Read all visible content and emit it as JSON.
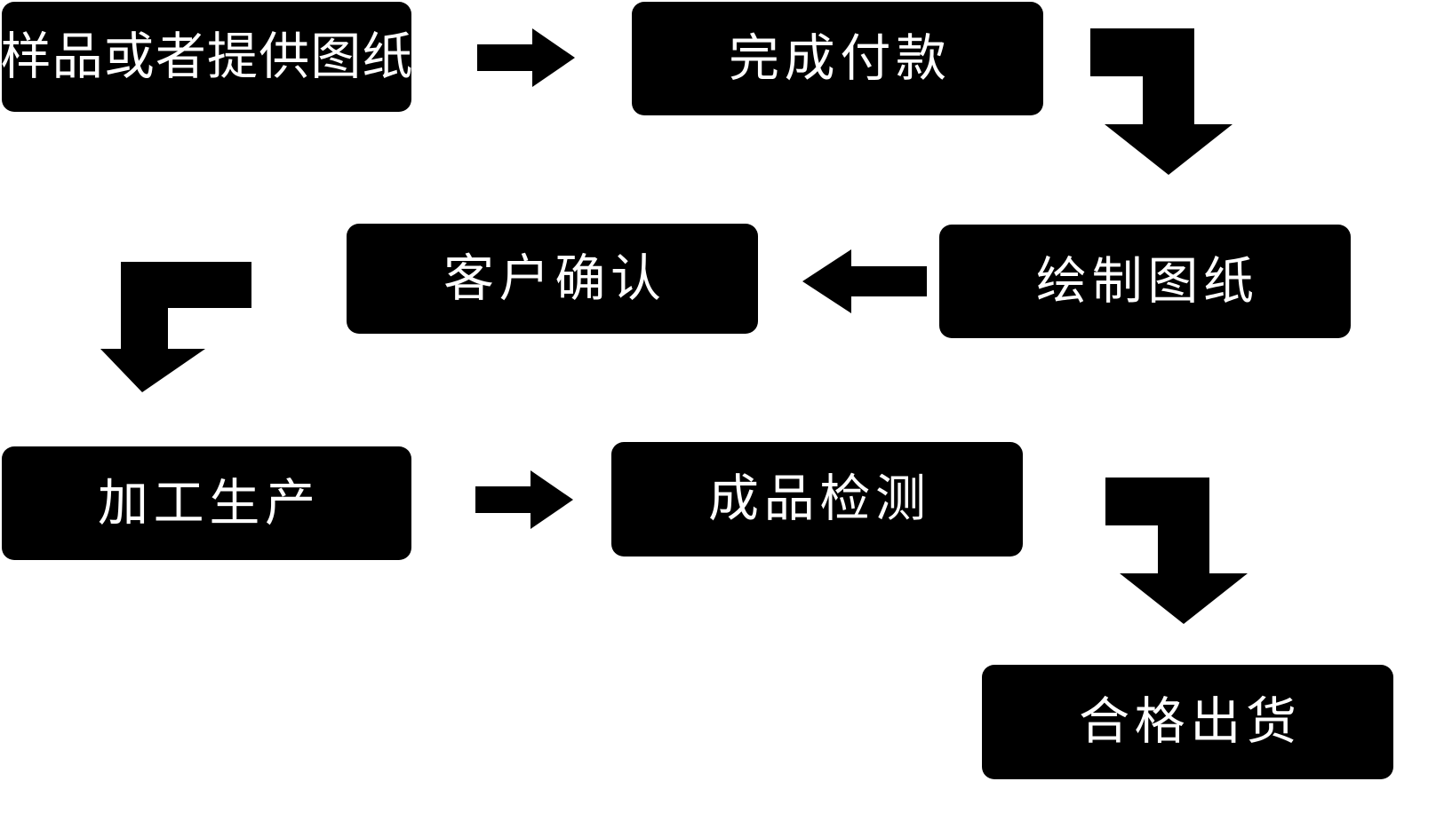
{
  "diagram": {
    "title": "",
    "background_color": "#ffffff",
    "node_fill_color": "#000000",
    "node_text_color": "#ffffff",
    "arrow_color": "#000000",
    "nodes": [
      {
        "id": "sample",
        "label": "样品或者提供图纸",
        "row": 1,
        "col": 1
      },
      {
        "id": "payment",
        "label": "完成付款",
        "row": 1,
        "col": 2
      },
      {
        "id": "drawing",
        "label": "绘制图纸",
        "row": 2,
        "col": 3
      },
      {
        "id": "confirm",
        "label": "客户确认",
        "row": 2,
        "col": 2
      },
      {
        "id": "production",
        "label": "加工生产",
        "row": 3,
        "col": 1
      },
      {
        "id": "inspection",
        "label": "成品检测",
        "row": 3,
        "col": 2
      },
      {
        "id": "shipment",
        "label": "合格出货",
        "row": 4,
        "col": 3
      }
    ],
    "connectors": [
      {
        "id": "sample-to-payment",
        "from": "sample",
        "to": "payment",
        "shape": "straight",
        "direction": "right"
      },
      {
        "id": "payment-to-drawing",
        "from": "payment",
        "to": "drawing",
        "shape": "elbow",
        "direction": "right-then-down"
      },
      {
        "id": "drawing-to-confirm",
        "from": "drawing",
        "to": "confirm",
        "shape": "straight",
        "direction": "left"
      },
      {
        "id": "confirm-to-production",
        "from": "confirm",
        "to": "production",
        "shape": "elbow",
        "direction": "left-then-down"
      },
      {
        "id": "production-to-inspection",
        "from": "production",
        "to": "inspection",
        "shape": "straight",
        "direction": "right"
      },
      {
        "id": "inspection-to-shipment",
        "from": "inspection",
        "to": "shipment",
        "shape": "elbow",
        "direction": "right-then-down"
      }
    ]
  }
}
